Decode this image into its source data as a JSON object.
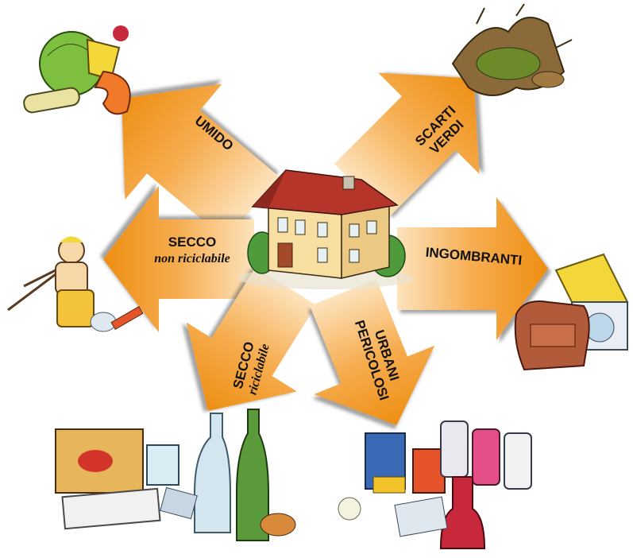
{
  "arrows": [
    {
      "id": "umido",
      "lines": [
        "UMIDO"
      ],
      "subtitle": ""
    },
    {
      "id": "scarti-verdi",
      "lines": [
        "SCARTI",
        "VERDI"
      ],
      "subtitle": ""
    },
    {
      "id": "secco-non-riciclabile",
      "lines": [
        "SECCO"
      ],
      "subtitle": "non riciclabile"
    },
    {
      "id": "ingombranti",
      "lines": [
        "INGOMBRANTI"
      ],
      "subtitle": ""
    },
    {
      "id": "secco-riciclabile",
      "lines": [
        "SECCO"
      ],
      "subtitle": "riciclabile"
    },
    {
      "id": "urbani-pericolosi",
      "lines": [
        "URBANI",
        "PERICOLOSI"
      ],
      "subtitle": ""
    }
  ],
  "colors": {
    "arrow_orange": "#f29a1e",
    "arrow_light": "#fde3bd",
    "roof": "#b5352b",
    "wall": "#f6dfa0",
    "tree": "#4f9a3b"
  },
  "icons": {
    "center": "house-icon",
    "umido": "food-waste-icon",
    "scarti_verdi": "garden-waste-icon",
    "secco_non_riciclabile": "broken-toys-icon",
    "ingombranti": "bulky-furniture-icon",
    "secco_riciclabile": "recyclables-icon",
    "urbani_pericolosi": "hazardous-waste-icon"
  }
}
